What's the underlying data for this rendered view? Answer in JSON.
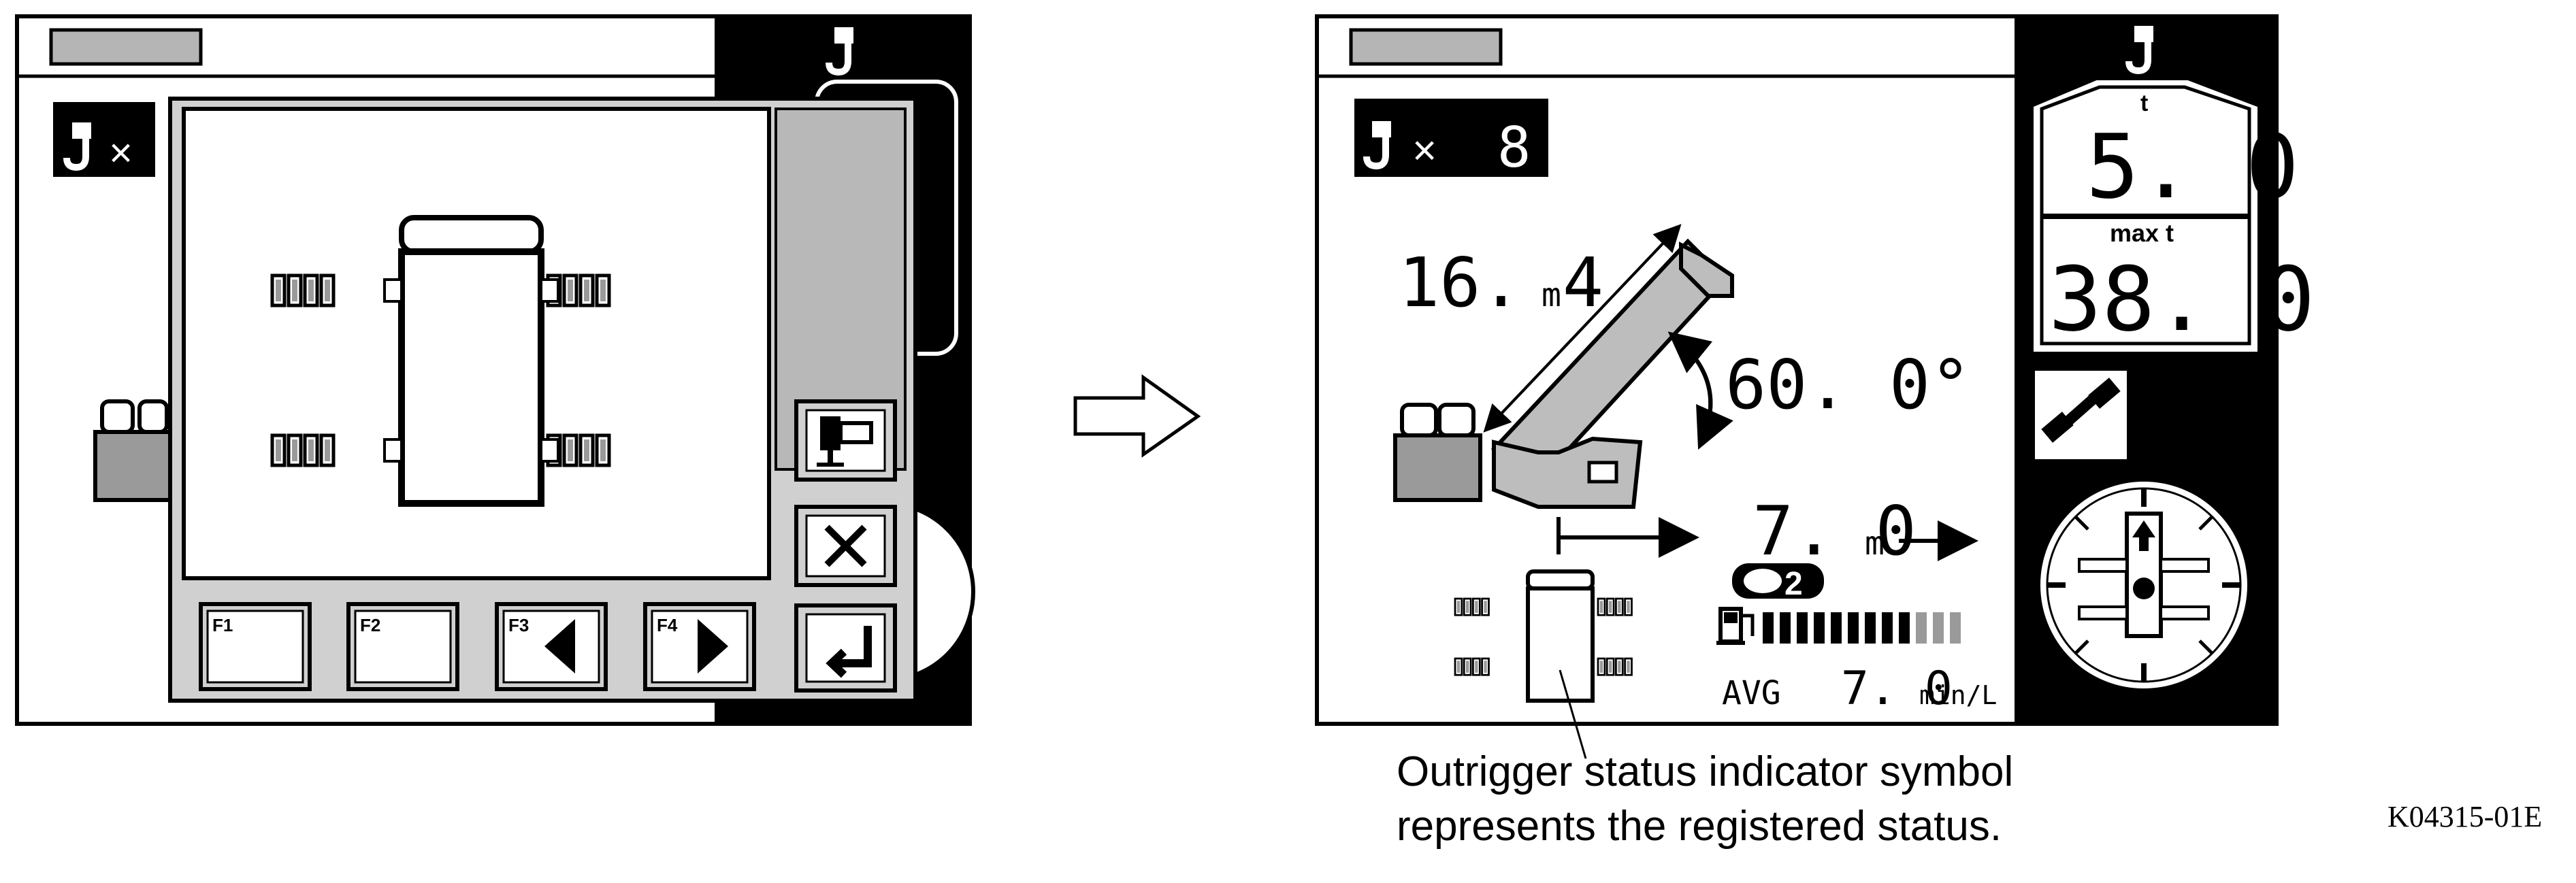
{
  "left_screen": {
    "hook_multiplier_prefix": "×",
    "fkeys": [
      "F1",
      "F2",
      "F3",
      "F4"
    ],
    "side_buttons": [
      "outrigger-register-icon",
      "close-icon",
      "enter-icon"
    ]
  },
  "right_screen": {
    "hook_multiplier_prefix": "×",
    "hook_multiplier": "8",
    "boom_length": "16. 4",
    "boom_length_unit": "m",
    "boom_angle": "60. 0°",
    "working_radius": "7. 0",
    "working_radius_unit": "m",
    "load_unit": "t",
    "load_value": "5. 0",
    "max_label": "max t",
    "max_value": "38. 0",
    "eco_level": "2",
    "fuel_gauge_filled_segments": 9,
    "fuel_gauge_total_segments": 12,
    "avg_label": "AVG",
    "avg_value": "7. 0",
    "avg_unit": "min/L"
  },
  "caption_lines": [
    "Outrigger status indicator symbol",
    "represents the registered status."
  ],
  "figure_code": "K04315-01E",
  "colors": {
    "ink": "#000000",
    "panel_gray": "#cccccc",
    "dark_gray": "#9a9a9a",
    "screen_bg": "#ffffff"
  }
}
